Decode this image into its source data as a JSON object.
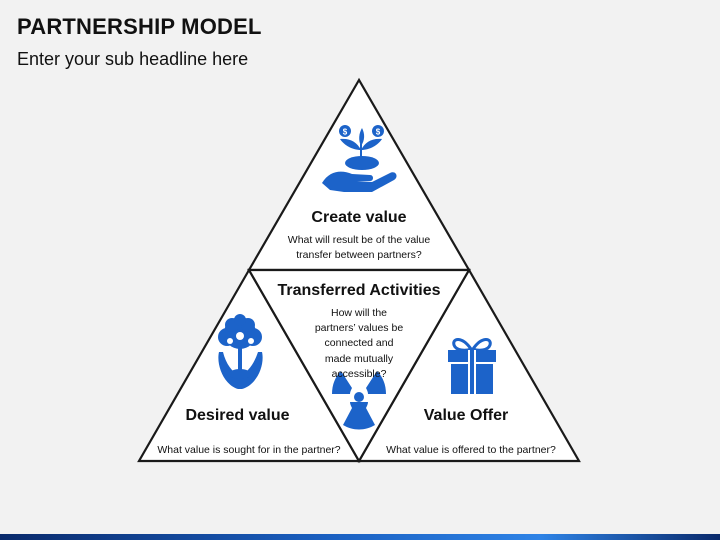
{
  "header": {
    "title": "PARTNERSHIP MODEL",
    "subtitle": "Enter your sub headline here"
  },
  "colors": {
    "icon": "#1c63c9",
    "outline": "#1a1a1a",
    "fill": "#ffffff",
    "accent_bar": "#1a5fc0"
  },
  "sections": {
    "top": {
      "icon": "plant-in-hand-icon",
      "heading": "Create value",
      "description_lines": [
        "What will result be of the value",
        "transfer between partners?"
      ]
    },
    "center": {
      "icon": "hazard-symbol-icon",
      "heading": "Transferred Activities",
      "description_lines": [
        "How will the",
        "partners’ values be",
        "connected and",
        "made mutually",
        "accessible?"
      ]
    },
    "left": {
      "icon": "tree-in-hands-icon",
      "heading": "Desired value",
      "description": "What value is sought for in the partner?"
    },
    "right": {
      "icon": "gift-box-icon",
      "heading": "Value Offer",
      "description": "What value is offered to the partner?"
    }
  }
}
